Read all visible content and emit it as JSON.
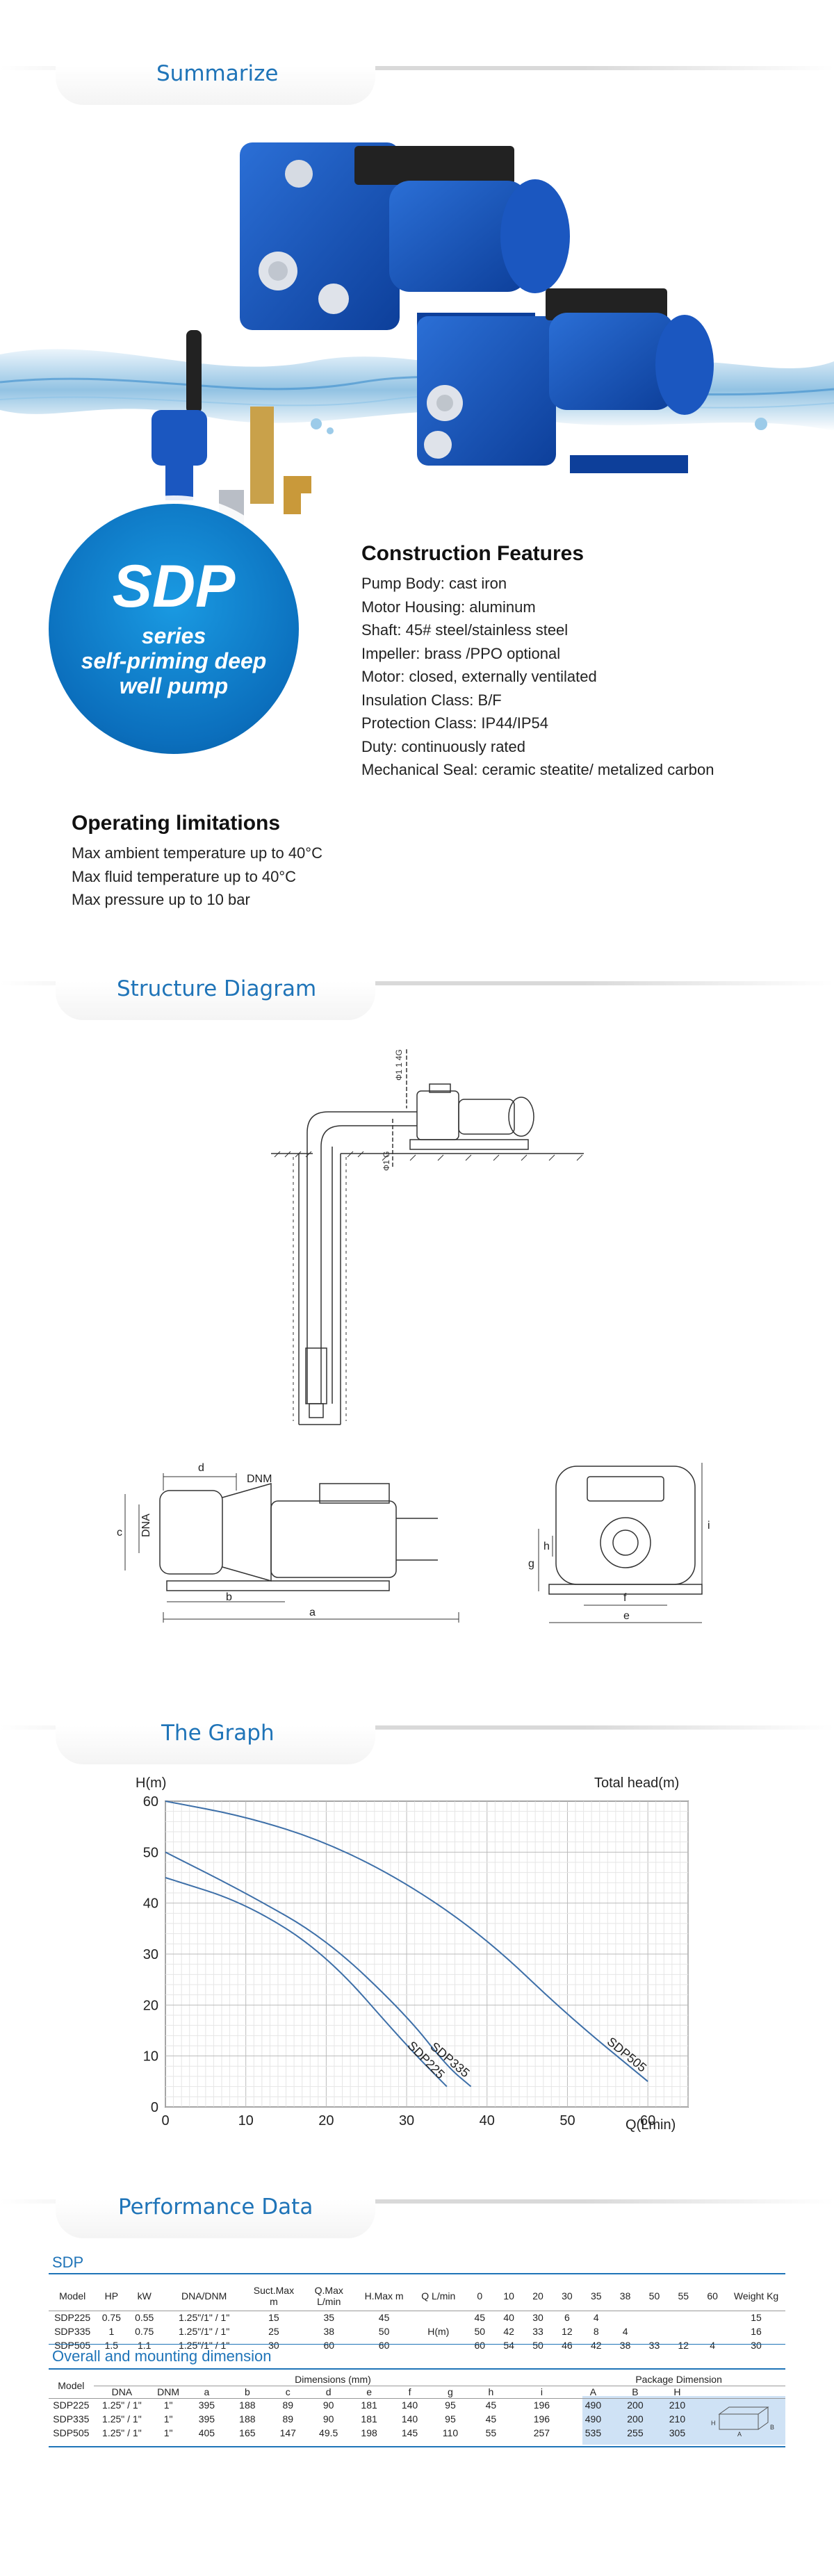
{
  "sections": {
    "summarize": "Summarize",
    "structure": "Structure Diagram",
    "graph": "The Graph",
    "performance": "Performance Data"
  },
  "badge": {
    "model": "SDP",
    "line1": "series",
    "line2": "self-priming deep",
    "line3": "well pump"
  },
  "construction": {
    "title": "Construction Features",
    "items": [
      "Pump Body: cast iron",
      "Motor Housing: aluminum",
      "Shaft: 45# steel/stainless steel",
      "Impeller: brass /PPO optional",
      "Motor: closed, externally ventilated",
      "Insulation Class: B/F",
      "Protection Class: IP44/IP54",
      "Duty: continuously rated",
      "Mechanical Seal: ceramic steatite/ metalized carbon"
    ]
  },
  "limits": {
    "title": "Operating limitations",
    "items": [
      "Max ambient temperature up to 40°C",
      "Max fluid temperature up to 40°C",
      "Max pressure up to 10 bar"
    ]
  },
  "diagram_labels": {
    "pipe_top": "Ф1 1 4G",
    "pipe_side": "Ф1 G",
    "d": "d",
    "dnm": "DNM",
    "c": "c",
    "dna": "DNA",
    "b": "b",
    "a": "a",
    "g": "g",
    "h": "h",
    "i": "i",
    "f": "f",
    "e": "e"
  },
  "chart_data": {
    "type": "line",
    "title": "",
    "xlabel": "Q(Lmin)",
    "ylabel": "H(m)",
    "right_label": "Total head(m)",
    "xlim": [
      0,
      65
    ],
    "ylim": [
      0,
      60
    ],
    "xticks": [
      0,
      10,
      20,
      30,
      40,
      50,
      60
    ],
    "yticks": [
      0,
      10,
      20,
      30,
      40,
      50,
      60
    ],
    "grid": true,
    "series": [
      {
        "name": "SDP225",
        "x": [
          0,
          10,
          20,
          30,
          35
        ],
        "y": [
          45,
          40,
          30,
          12,
          4
        ]
      },
      {
        "name": "SDP335",
        "x": [
          0,
          10,
          20,
          30,
          35,
          38
        ],
        "y": [
          50,
          42,
          33,
          18,
          8,
          4
        ]
      },
      {
        "name": "SDP505",
        "x": [
          0,
          10,
          20,
          30,
          40,
          50,
          60
        ],
        "y": [
          60,
          57,
          52,
          44,
          33,
          18,
          5
        ]
      }
    ]
  },
  "performance": {
    "series_label": "SDP",
    "headers": [
      "Model",
      "HP",
      "kW",
      "DNA/DNM",
      "Suct.Max m",
      "Q.Max L/min",
      "H.Max m",
      "Q L/min",
      "0",
      "10",
      "20",
      "30",
      "35",
      "38",
      "50",
      "55",
      "60",
      "Weight Kg"
    ],
    "h_label": "H(m)",
    "rows": [
      [
        "SDP225",
        "0.75",
        "0.55",
        "1.25\"/1\" / 1\"",
        "15",
        "35",
        "45",
        "",
        "45",
        "40",
        "30",
        "6",
        "4",
        "",
        "",
        "",
        "",
        "15"
      ],
      [
        "SDP335",
        "1",
        "0.75",
        "1.25\"/1\" / 1\"",
        "25",
        "38",
        "50",
        "",
        "50",
        "42",
        "33",
        "12",
        "8",
        "4",
        "",
        "",
        "",
        "16"
      ],
      [
        "SDP505",
        "1.5",
        "1.1",
        "1.25\"/1\" / 1\"",
        "30",
        "60",
        "60",
        "",
        "60",
        "54",
        "50",
        "46",
        "42",
        "38",
        "33",
        "12",
        "4",
        "30"
      ]
    ]
  },
  "dimensions": {
    "title": "Overall and mounting dimension",
    "model_header": "Model",
    "dim_group": "Dimensions (mm)",
    "pkg_group": "Package Dimension",
    "headers": [
      "DNA",
      "DNM",
      "a",
      "b",
      "c",
      "d",
      "e",
      "f",
      "g",
      "h",
      "i",
      "A",
      "B",
      "H"
    ],
    "rows": [
      [
        "SDP225",
        "1.25\" / 1\"",
        "1\"",
        "395",
        "188",
        "89",
        "90",
        "181",
        "140",
        "95",
        "45",
        "196",
        "490",
        "200",
        "210"
      ],
      [
        "SDP335",
        "1.25\" / 1\"",
        "1\"",
        "395",
        "188",
        "89",
        "90",
        "181",
        "140",
        "95",
        "45",
        "196",
        "490",
        "200",
        "210"
      ],
      [
        "SDP505",
        "1.25\" / 1\"",
        "1\"",
        "405",
        "165",
        "147",
        "49.5",
        "198",
        "145",
        "110",
        "55",
        "257",
        "535",
        "255",
        "305"
      ]
    ],
    "box_labels": {
      "h": "H",
      "a": "A",
      "b": "B"
    }
  }
}
